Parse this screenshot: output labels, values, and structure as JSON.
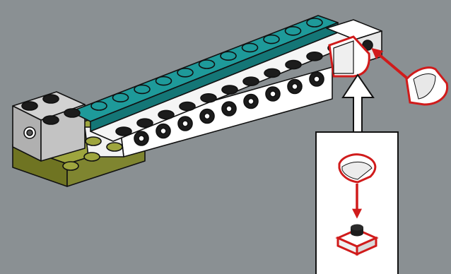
{
  "scene": {
    "type": "building-instruction-step",
    "background_color": "#8a9093",
    "model": {
      "teal_studs": 11,
      "white_studs_top_row": 11,
      "side_holes": 9,
      "colors": {
        "teal": "#1e9a9a",
        "teal_dark": "#147676",
        "olive": "#9ea53e",
        "olive_dark": "#6f7422",
        "grey": "#b5b5b5",
        "black": "#1c1c1c",
        "white": "#ffffff"
      }
    },
    "new_part": {
      "icon": "curved-slope-1x1-white",
      "highlight_color": "#d01b1b"
    },
    "callout": {
      "background": "#ffffff",
      "steps": [
        "curved-slope-1x1",
        "plate-1x1-with-stud"
      ],
      "arrow_color": "#d01b1b"
    },
    "pointer_arrow_color": "#ffffff"
  }
}
